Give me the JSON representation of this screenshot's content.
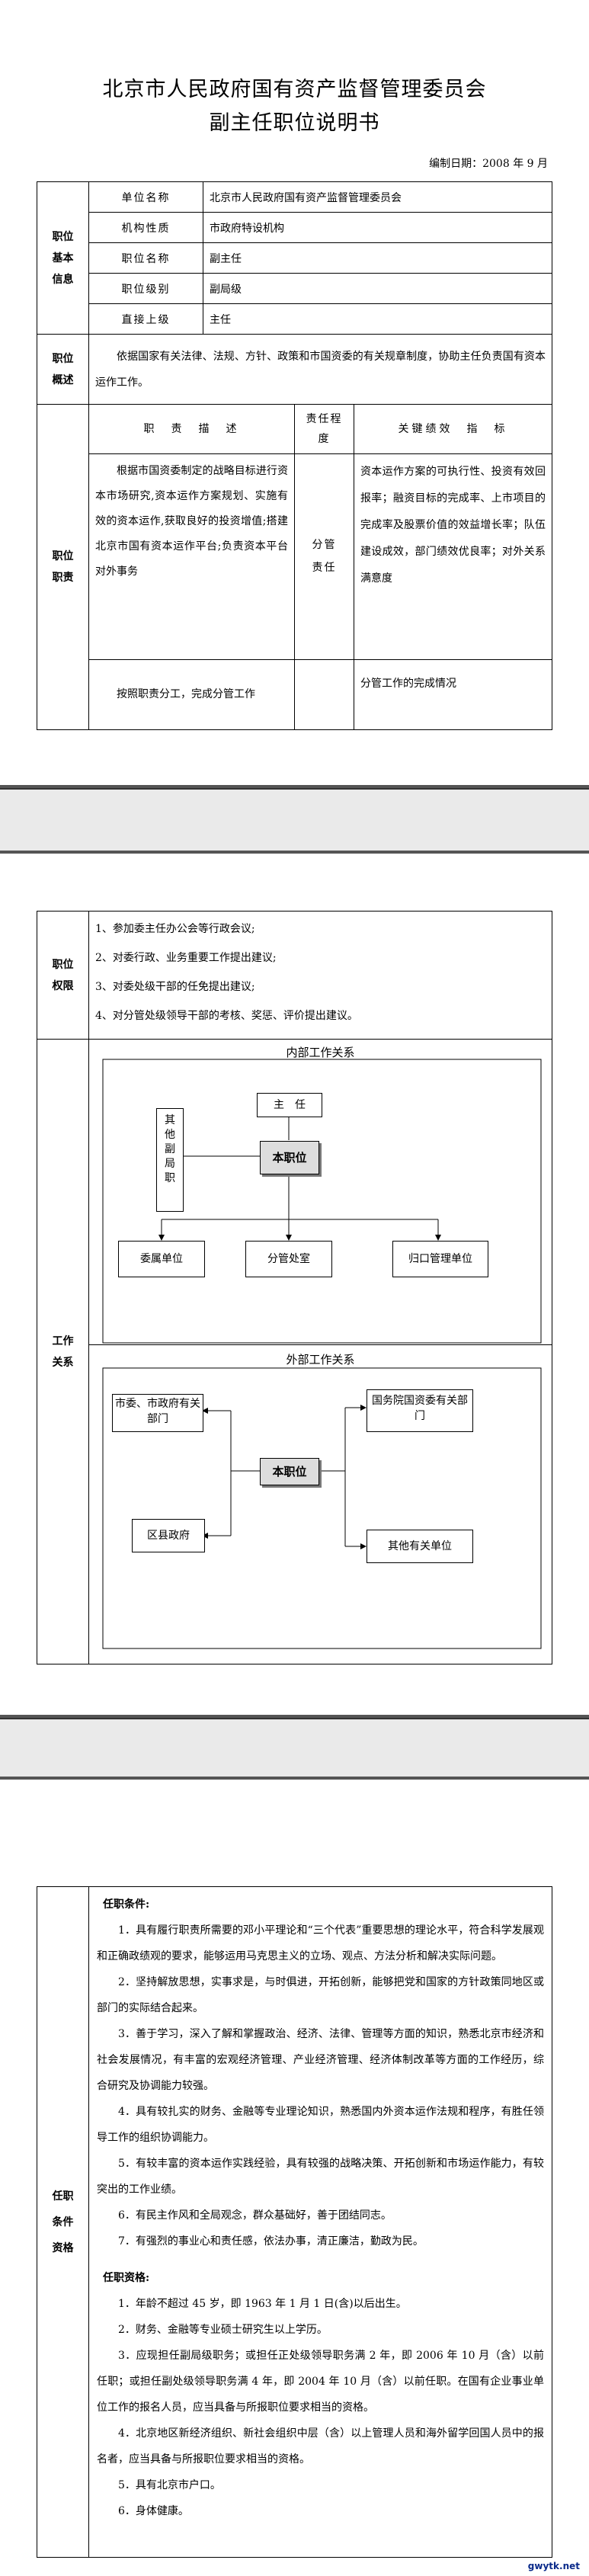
{
  "title": {
    "line1": "北京市人民政府国有资产监督管理委员会",
    "line2": "副主任职位说明书"
  },
  "date": "编制日期：2008 年 9 月",
  "basic_info": {
    "label": "职位基本信息",
    "rows": [
      {
        "key": "单位名称",
        "value": "北京市人民政府国有资产监督管理委员会"
      },
      {
        "key": "机构性质",
        "value": "市政府特设机构"
      },
      {
        "key": "职位名称",
        "value": "副主任"
      },
      {
        "key": "职位级别",
        "value": "副局级"
      },
      {
        "key": "直接上级",
        "value": "主任"
      }
    ]
  },
  "overview": {
    "label": "职位概述",
    "text": "依据国家有关法律、法规、方针、政策和市国资委的有关规章制度，协助主任负责国有资本运作工作。"
  },
  "duties": {
    "label": "职位职责",
    "headers": {
      "col1": "职　责　描　述",
      "col2": "责任程度",
      "col3": "关键绩效　指　标"
    },
    "row1": {
      "desc": "根据市国资委制定的战略目标进行资本市场研究,资本运作方案规划、实施有效的资本运作,获取良好的投资增值;搭建北京市国有资本运作平台;负责资本平台对外事务",
      "degree": "分管责任",
      "kpi": "资本运作方案的可执行性、投资有效回报率；融资目标的完成率、上市项目的完成率及股票价值的效益增长率；队伍建设成效，部门绩效优良率；对外关系满意度"
    },
    "row2": {
      "desc": "按照职责分工，完成分管工作",
      "kpi": "分管工作的完成情况"
    }
  },
  "authority": {
    "label": "职位权限",
    "items": [
      "1、参加委主任办公会等行政会议;",
      "2、对委行政、业务重要工作提出建议;",
      "3、对委处级干部的任免提出建议;",
      "4、对分管处级领导干部的考核、奖惩、评价提出建议。"
    ]
  },
  "relations": {
    "label": "工作关系",
    "internal": {
      "title": "内部工作关系",
      "top": "主　任",
      "core": "本职位",
      "left": "其他副局职",
      "bottom": [
        "委属单位",
        "分管处室",
        "归口管理单位"
      ]
    },
    "external": {
      "title": "外部工作关系",
      "core": "本职位",
      "left_top": "市委、市政府有关部门",
      "left_bottom": "区县政府",
      "right_top": "国务院国资委有关部门",
      "right_bottom": "其他有关单位"
    }
  },
  "qualifications": {
    "label": "任职条件资格",
    "cond_title": "任职条件:",
    "conditions": [
      "1．具有履行职责所需要的邓小平理论和“三个代表”重要思想的理论水平，符合科学发展观和正确政绩观的要求，能够运用马克思主义的立场、观点、方法分析和解决实际问题。",
      "2．坚持解放思想，实事求是，与时俱进，开拓创新，能够把党和国家的方针政策同地区或部门的实际结合起来。",
      "3．善于学习，深入了解和掌握政治、经济、法律、管理等方面的知识，熟悉北京市经济和社会发展情况，有丰富的宏观经济管理、产业经济管理、经济体制改革等方面的工作经历，综合研究及协调能力较强。",
      "4．具有较扎实的财务、金融等专业理论知识，熟悉国内外资本运作法规和程序，有胜任领导工作的组织协调能力。",
      "5．有较丰富的资本运作实践经验，具有较强的战略决策、开拓创新和市场运作能力，有较突出的工作业绩。",
      "6．有民主作风和全局观念，群众基础好，善于团结同志。",
      "7．有强烈的事业心和责任感，依法办事，清正廉洁，勤政为民。"
    ],
    "req_title": "任职资格:",
    "requirements": [
      "1．年龄不超过 45 岁，即 1963 年 1 月 1 日(含)以后出生。",
      "2．财务、金融等专业硕士研究生以上学历。",
      "3．应现担任副局级职务；或担任正处级领导职务满 2 年，即 2006 年 10 月（含）以前任职；或担任副处级领导职务满 4 年，即 2004 年 10 月（含）以前任职。在国有企业事业单位工作的报名人员，应当具备与所报职位要求相当的资格。",
      "4．北京地区新经济组织、新社会组织中层（含）以上管理人员和海外留学回国人员中的报名者，应当具备与所报职位要求相当的资格。",
      "5．具有北京市户口。",
      "6．身体健康。"
    ]
  },
  "watermark": "gwytk.net"
}
